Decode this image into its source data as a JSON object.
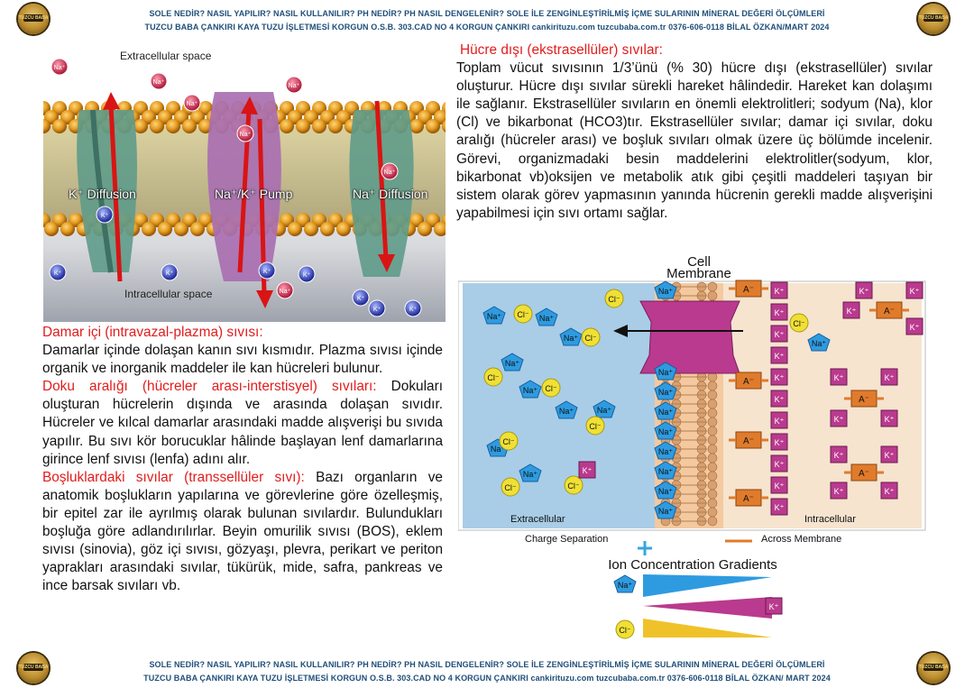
{
  "header": {
    "line1": "SOLE NEDİR? NASIL YAPILIR? NASIL KULLANILIR? PH NEDİR? PH NASIL DENGELENİR? SOLE İLE ZENGİNLEŞTİRİLMİŞ İÇME SULARININ MİNERAL DEĞERİ ÖLÇÜMLERİ",
    "line2": "TUZCU BABA ÇANKIRI KAYA TUZU İŞLETMESİ   KORGUN O.S.B. 303.CAD NO 4 KORGUN ÇANKIRI   cankirituzu.com  tuzcubaba.com.tr  0376-606-0118  BİLAL ÖZKAN/MART 2024"
  },
  "footer": {
    "line1": "SOLE NEDİR? NASIL YAPILIR? NASIL KULLANILIR? PH NEDİR? PH NASIL DENGELENİR? SOLE İLE ZENGİNLEŞTİRİLMİŞ İÇME SULARININ MİNERAL DEĞERİ ÖLÇÜMLERİ",
    "line2": "TUZCU BABA ÇANKIRI KAYA TUZU İŞLETMESİ   KORGUN O.S.B. 303.CAD NO 4 KORGUN ÇANKIRI   cankirituzu.com  tuzcubaba.com.tr  0376-606-0118  BİLAL ÖZKAN/ MART 2024"
  },
  "logo": {
    "text": "TUZCU BABA"
  },
  "illustration": {
    "extracellular": "Extracellular space",
    "intracellular": "Intracellular space",
    "k_diffusion": "K⁺ Diffusion",
    "pump": "Na⁺/K⁺ Pump",
    "na_diffusion": "Na⁺ Diffusion",
    "na": "Na⁺",
    "k": "K⁺"
  },
  "right_text": {
    "heading": "Hücre dışı (ekstrasellüler) sıvılar:",
    "body": "Toplam vücut sıvısının 1/3’ünü (% 30) hücre dışı (ekstrasellüler) sıvılar oluşturur. Hücre dışı sıvılar sürekli hareket hâlindedir. Hareket kan dolaşımı ile sağlanır. Ekstrasellüler sıvıların en önemli elektrolitleri; sodyum (Na), klor (Cl) ve bikarbonat (HCO3)tır. Ekstrasellüler sıvılar; damar içi sıvılar, doku aralığı (hücreler arası) ve boşluk sıvıları olmak üzere üç bölümde incelenir. Görevi, organizmadaki besin maddelerini elektrolitler(sodyum, klor, bikarbonat vb)oksijen ve metabolik atık gibi çeşitli maddeleri taşıyan bir sistem olarak görev yapmasının yanında hücrenin gerekli madde alışverişini yapabilmesi için sıvı ortamı sağlar."
  },
  "left_text": {
    "h1": "Damar içi (intravazal-plazma) sıvısı:",
    "p1": "Damarlar içinde dolaşan kanın sıvı kısmıdır. Plazma sıvısı içinde organik ve inorganik maddeler ile kan hücreleri bulunur.",
    "h2": "Doku aralığı (hücreler arası-interstisyel) sıvıları:",
    "p2": " Dokuları oluşturan hücrelerin dışında ve arasında dolaşan sıvıdır. Hücreler ve kılcal damarlar arasındaki madde alışverişi bu sıvıda yapılır. Bu sıvı kör borucuklar hâlinde başlayan lenf damarlarına girince lenf sıvısı (lenfa) adını alır.",
    "h3": "Boşluklardaki sıvılar (transsellüler sıvı):",
    "p3": " Bazı organların ve anatomik boşlukların yapılarına ve görevlerine göre özelleşmiş, bir epitel zar ile ayrılmış olarak bulunan sıvılardır. Bulundukları boşluğa göre adlandırılırlar. Beyin omurilik sıvısı (BOS), eklem sıvısı (sinovia), göz içi sıvısı, gözyaşı, plevra, perikart ve periton yaprakları arasındaki sıvılar,  tükürük, mide, safra, pankreas ve ince barsak sıvıları vb."
  },
  "diagram": {
    "cell_membrane_1": "Cell",
    "cell_membrane_2": "Membrane",
    "extracellular": "Extracellular",
    "intracellular": "Intracellular",
    "charge_separation": "Charge Separation",
    "across_membrane": "Across Membrane",
    "gradients_title": "Ion Concentration Gradients",
    "na": "Na⁺",
    "cl": "Cl⁻",
    "k": "K⁺",
    "a": "A⁻",
    "colors": {
      "extracellular": "#a9cde7",
      "intracellular": "#f6e4cf",
      "charge": "#35a7dd",
      "across": "#e07b2c",
      "pump": "#b93a8e"
    }
  }
}
